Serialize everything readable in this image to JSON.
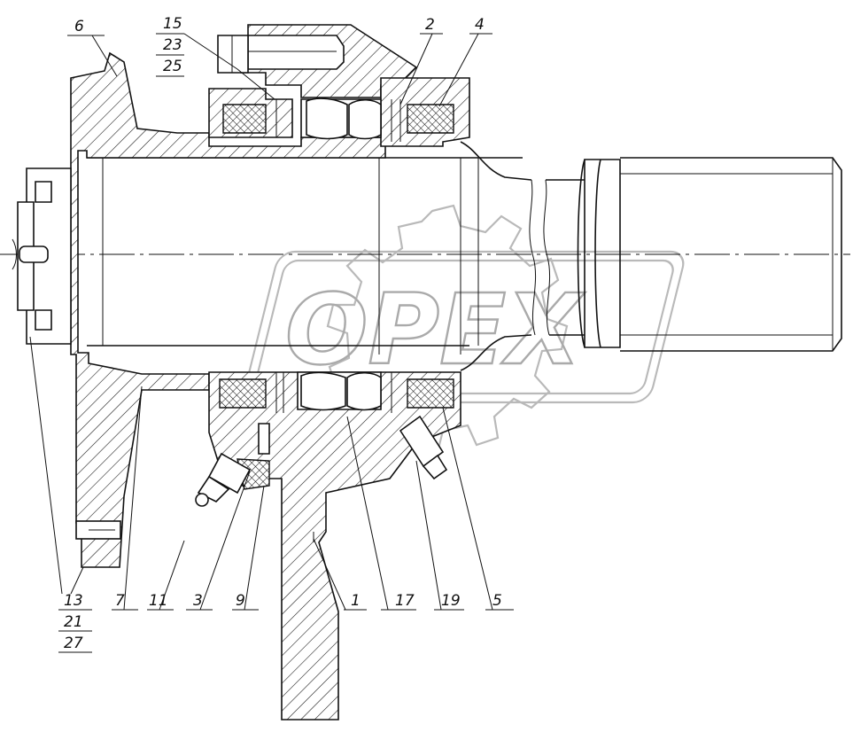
{
  "diagram": {
    "labels": {
      "l6": "6",
      "l15": "15",
      "l23a": "23",
      "l25": "25",
      "l2": "2",
      "l4": "4",
      "l13": "13",
      "l21": "21",
      "l27": "27",
      "l7": "7",
      "l11": "11",
      "l3": "3",
      "l9": "9",
      "l1": "1",
      "l17": "17",
      "l19": "19",
      "l5": "5"
    }
  },
  "watermark": {
    "text": "OPEX"
  }
}
